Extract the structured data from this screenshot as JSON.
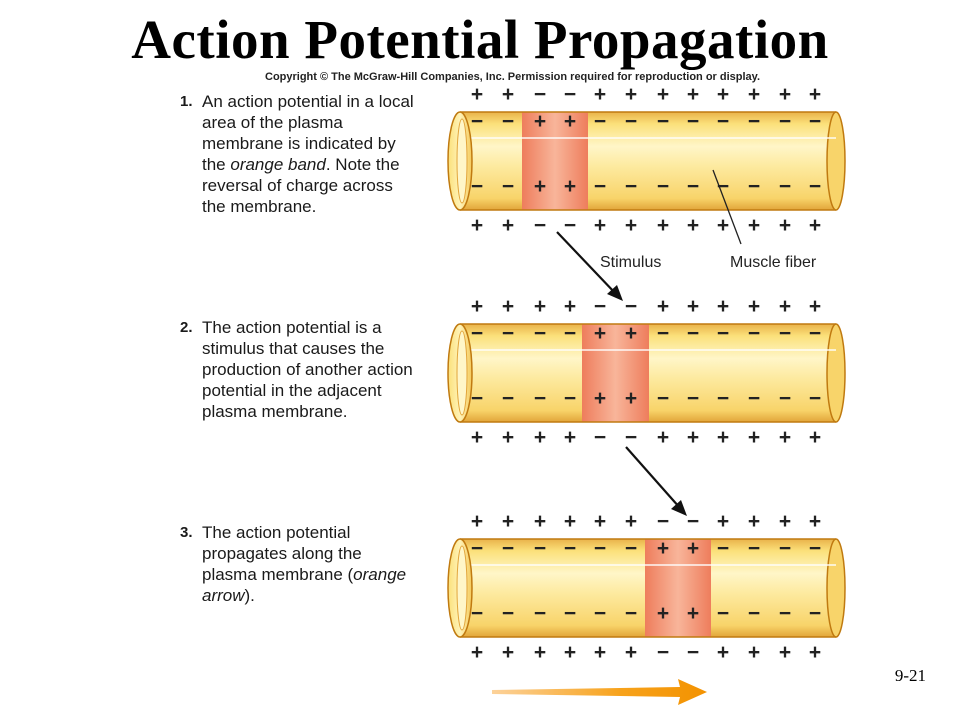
{
  "title": "Action Potential Propagation",
  "copyright": "Copyright © The McGraw-Hill Companies, Inc. Permission required for reproduction or display.",
  "steps": [
    {
      "num": "1.",
      "parts": [
        {
          "t": "An action potential in a local area of the plasma membrane is indicated by the ",
          "i": false
        },
        {
          "t": "orange band",
          "i": true
        },
        {
          "t": ". Note the reversal of charge across the membrane.",
          "i": false
        }
      ]
    },
    {
      "num": "2.",
      "parts": [
        {
          "t": "The action potential is a stimulus that causes the production of another action potential in the adjacent plasma membrane.",
          "i": false
        }
      ]
    },
    {
      "num": "3.",
      "parts": [
        {
          "t": "The action potential propagates along the plasma membrane (",
          "i": false
        },
        {
          "t": "orange arrow",
          "i": true
        },
        {
          "t": ").",
          "i": false
        }
      ]
    }
  ],
  "labels": {
    "stimulus": "Stimulus",
    "muscle_fiber": "Muscle fiber"
  },
  "fibers": [
    {
      "outer_top": [
        "+",
        "+",
        "−",
        "−",
        "+",
        "+",
        "+",
        "+",
        "+",
        "+",
        "+",
        "+"
      ],
      "inner": [
        "−",
        "−",
        "+",
        "+",
        "−",
        "−",
        "−",
        "−",
        "−",
        "−",
        "−",
        "−"
      ],
      "outer_bottom": [
        "+",
        "+",
        "−",
        "−",
        "+",
        "+",
        "+",
        "+",
        "+",
        "+",
        "+",
        "+"
      ],
      "band": [
        2,
        3
      ]
    },
    {
      "outer_top": [
        "+",
        "+",
        "+",
        "+",
        "−",
        "−",
        "+",
        "+",
        "+",
        "+",
        "+",
        "+"
      ],
      "inner": [
        "−",
        "−",
        "−",
        "−",
        "+",
        "+",
        "−",
        "−",
        "−",
        "−",
        "−",
        "−"
      ],
      "outer_bottom": [
        "+",
        "+",
        "+",
        "+",
        "−",
        "−",
        "+",
        "+",
        "+",
        "+",
        "+",
        "+"
      ],
      "band": [
        4,
        5
      ]
    },
    {
      "outer_top": [
        "+",
        "+",
        "+",
        "+",
        "+",
        "+",
        "−",
        "−",
        "+",
        "+",
        "+",
        "+"
      ],
      "inner": [
        "−",
        "−",
        "−",
        "−",
        "−",
        "−",
        "+",
        "+",
        "−",
        "−",
        "−",
        "−"
      ],
      "outer_bottom": [
        "+",
        "+",
        "+",
        "+",
        "+",
        "+",
        "−",
        "−",
        "+",
        "+",
        "+",
        "+"
      ],
      "band": [
        6,
        7
      ]
    }
  ],
  "page_number": "9-21",
  "colors": {
    "fiber_light": "#fff6c8",
    "fiber_mid": "#fbe07a",
    "fiber_dark": "#e2a53a",
    "outline": "#c07a10",
    "band_edge": "#ee7d5c",
    "band_center": "#f8b59a",
    "arrow_orange": "#f7a21b"
  }
}
